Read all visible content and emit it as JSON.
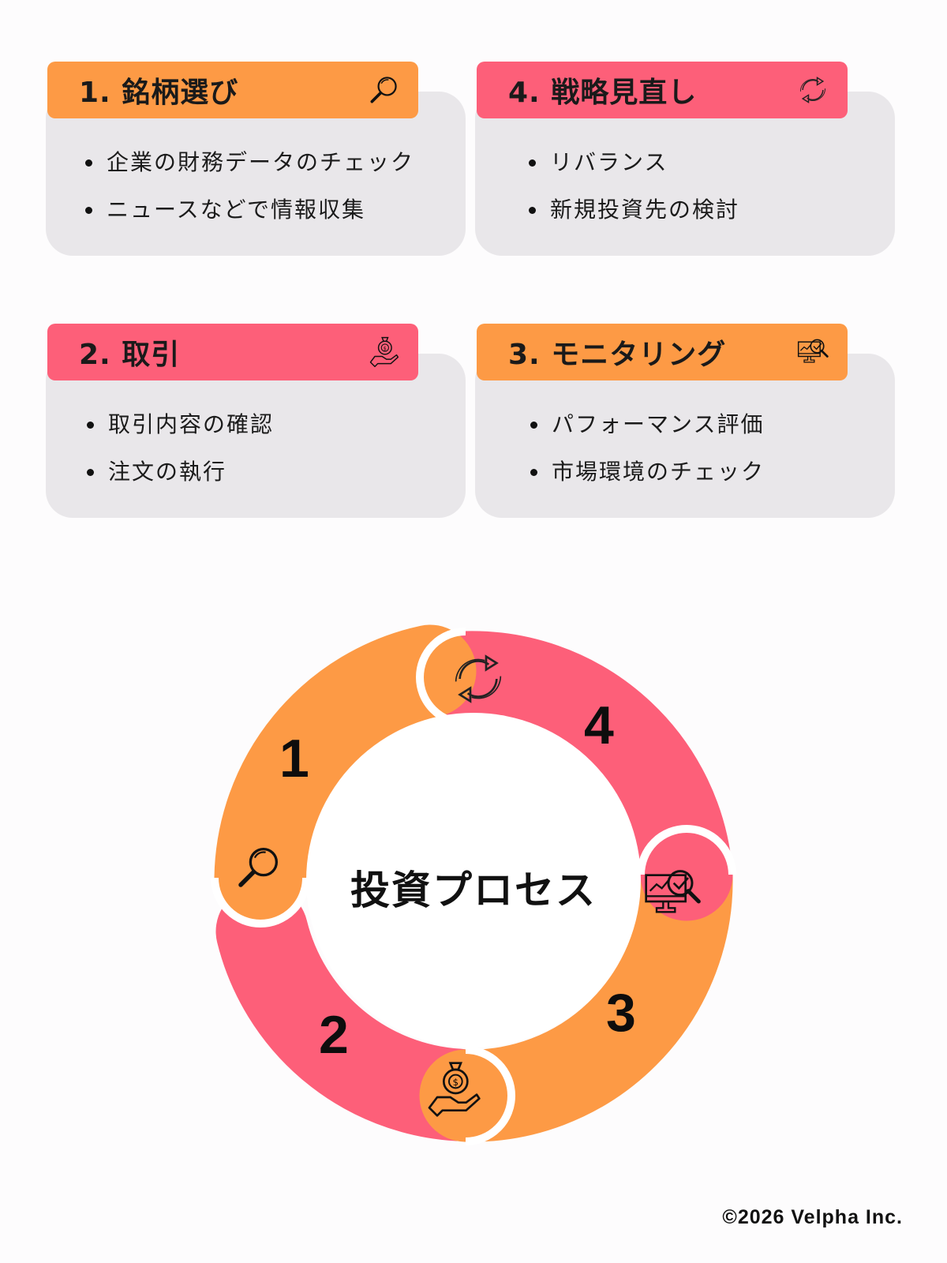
{
  "colors": {
    "orange": "#fd9a45",
    "pink": "#fd5f79",
    "card_bg": "#e9e7ea",
    "text": "#111111"
  },
  "cards": [
    {
      "step": 1,
      "title": "1. 銘柄選び",
      "color": "orange",
      "icon": "magnifier-icon",
      "items": [
        "企業の財務データのチェック",
        "ニュースなどで情報収集"
      ]
    },
    {
      "step": 4,
      "title": "4. 戦略見直し",
      "color": "pink",
      "icon": "refresh-arrows-icon",
      "items": [
        "リバランス",
        "新規投資先の検討"
      ]
    },
    {
      "step": 2,
      "title": "2. 取引",
      "color": "pink",
      "icon": "money-bag-hand-icon",
      "items": [
        "取引内容の確認",
        "注文の執行"
      ]
    },
    {
      "step": 3,
      "title": "3. モニタリング",
      "color": "orange",
      "icon": "monitor-analytics-icon",
      "items": [
        "パフォーマンス評価",
        "市場環境のチェック"
      ]
    }
  ],
  "cycle": {
    "center_title": "投資プロセス",
    "segments": [
      {
        "number": "1",
        "color": "orange",
        "icon": "magnifier-icon"
      },
      {
        "number": "2",
        "color": "pink",
        "icon": "money-bag-hand-icon"
      },
      {
        "number": "3",
        "color": "orange",
        "icon": "monitor-analytics-icon"
      },
      {
        "number": "4",
        "color": "pink",
        "icon": "refresh-arrows-icon"
      }
    ]
  },
  "footer": {
    "copyright": "©2026 Velpha Inc."
  }
}
